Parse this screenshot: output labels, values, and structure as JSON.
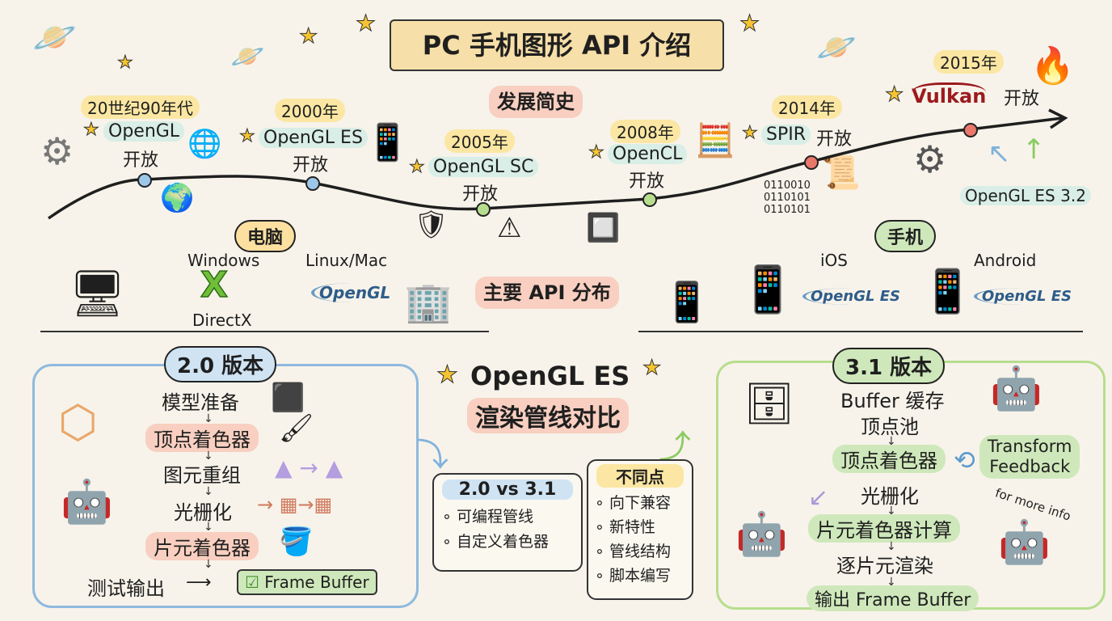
{
  "title": "PC 手机图形 API 介绍",
  "history_label": "发展简史",
  "timeline": [
    {
      "year": "20世纪90年代",
      "name": "OpenGL",
      "status": "开放",
      "color": "#9cc7e8"
    },
    {
      "year": "2000年",
      "name": "OpenGL ES",
      "status": "开放",
      "color": "#9cc7e8"
    },
    {
      "year": "2005年",
      "name": "OpenGL SC",
      "status": "开放",
      "color": "#b7dd8e"
    },
    {
      "year": "2008年",
      "name": "OpenCL",
      "status": "开放",
      "color": "#b7dd8e"
    },
    {
      "year": "2014年",
      "name": "SPIR",
      "status": "开放",
      "color": "#e9776b"
    },
    {
      "year": "2015年",
      "name": "Vulkan",
      "status": "开放",
      "color": "#e9776b"
    }
  ],
  "opengl_es_32": "OpenGL ES 3.2",
  "distribution": {
    "label": "主要 API 分布",
    "pc": {
      "label": "电脑",
      "windows": "Windows",
      "directx": "DirectX",
      "linux_mac": "Linux/Mac",
      "opengl_logo": "OpenGL"
    },
    "mobile": {
      "label": "手机",
      "ios": "iOS",
      "android": "Android",
      "logo": "OpenGL ES"
    }
  },
  "v20": {
    "label": "2.0 版本",
    "steps": [
      "模型准备",
      "顶点着色器",
      "图元重组",
      "光栅化",
      "片元着色器"
    ],
    "test_output": "测试输出",
    "frame_buffer": "Frame Buffer"
  },
  "center": {
    "title_line1": "OpenGL ES",
    "title_line2": "渲染管线对比",
    "compare": {
      "title": "2.0 vs 3.1",
      "items": [
        "可编程管线",
        "自定义着色器"
      ]
    },
    "diff": {
      "title": "不同点",
      "items": [
        "向下兼容",
        "新特性",
        "管线结构",
        "脚本编写"
      ]
    }
  },
  "v31": {
    "label": "3.1 版本",
    "steps": [
      "Buffer 缓存",
      "顶点池",
      "顶点着色器",
      "光栅化",
      "片元着色器计算",
      "逐片元渲染",
      "输出 Frame Buffer"
    ],
    "transform_feedback_1": "Transform",
    "transform_feedback_2": "Feedback",
    "more_info": "for more info"
  },
  "colors": {
    "background": "#f7f3ea",
    "blue_frame": "#8fb9de",
    "green_frame": "#b7dd8e",
    "pink": "#f8cfc0",
    "yellow": "#fbe7a3"
  }
}
